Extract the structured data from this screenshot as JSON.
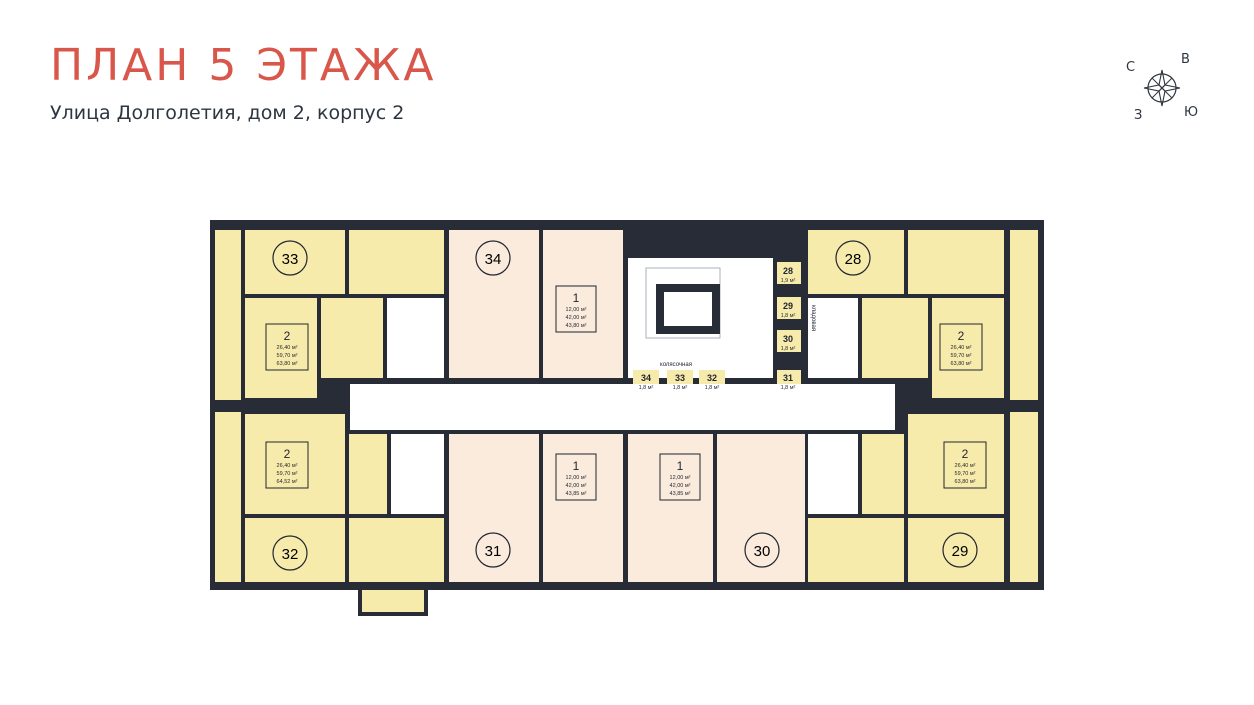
{
  "header": {
    "title": "ПЛАН 5 ЭТАЖА",
    "subtitle": "Улица Долголетия, дом 2, корпус 2"
  },
  "compass": {
    "n": "С",
    "e": "В",
    "s": "Ю",
    "w": "З"
  },
  "colors": {
    "wall": "#272c36",
    "two_room": "#f7ebab",
    "one_room": "#faebdc",
    "storage": "#f7ebab",
    "corridor": "#ffffff",
    "title": "#d8574a"
  },
  "apartments": {
    "a33": {
      "num": "33"
    },
    "a34": {
      "num": "34"
    },
    "a28": {
      "num": "28"
    },
    "a32": {
      "num": "32"
    },
    "a31": {
      "num": "31"
    },
    "a30": {
      "num": "30"
    },
    "a29": {
      "num": "29"
    }
  },
  "units": {
    "u_nw": {
      "rooms": "2",
      "a1": "26,40 м²",
      "a2": "59,70 м²",
      "a3": "63,80 м²"
    },
    "u_sw": {
      "rooms": "2",
      "a1": "26,40 м²",
      "a2": "59,70 м²",
      "a3": "64,52 м²"
    },
    "u_n1": {
      "rooms": "1",
      "a1": "12,00 м²",
      "a2": "42,00 м²",
      "a3": "43,80 м²"
    },
    "u_s1": {
      "rooms": "1",
      "a1": "12,00 м²",
      "a2": "42,00 м²",
      "a3": "43,85 м²"
    },
    "u_s2": {
      "rooms": "1",
      "a1": "12,00 м²",
      "a2": "42,00 м²",
      "a3": "43,85 м²"
    },
    "u_ne": {
      "rooms": "2",
      "a1": "26,40 м²",
      "a2": "59,70 м²",
      "a3": "63,80 м²"
    },
    "u_se": {
      "rooms": "2",
      "a1": "26,40 м²",
      "a2": "59,70 м²",
      "a3": "63,80 м²"
    }
  },
  "storage": [
    {
      "num": "28",
      "area": "1,9 м²"
    },
    {
      "num": "29",
      "area": "1,8 м²"
    },
    {
      "num": "30",
      "area": "1,8 м²"
    },
    {
      "num": "31",
      "area": "1,8 м²"
    },
    {
      "num": "32",
      "area": "1,8 м²"
    },
    {
      "num": "33",
      "area": "1,8 м²"
    },
    {
      "num": "34",
      "area": "1,8 м²"
    }
  ],
  "labels": {
    "stroller": "колясочная",
    "closet": "кладовая"
  }
}
